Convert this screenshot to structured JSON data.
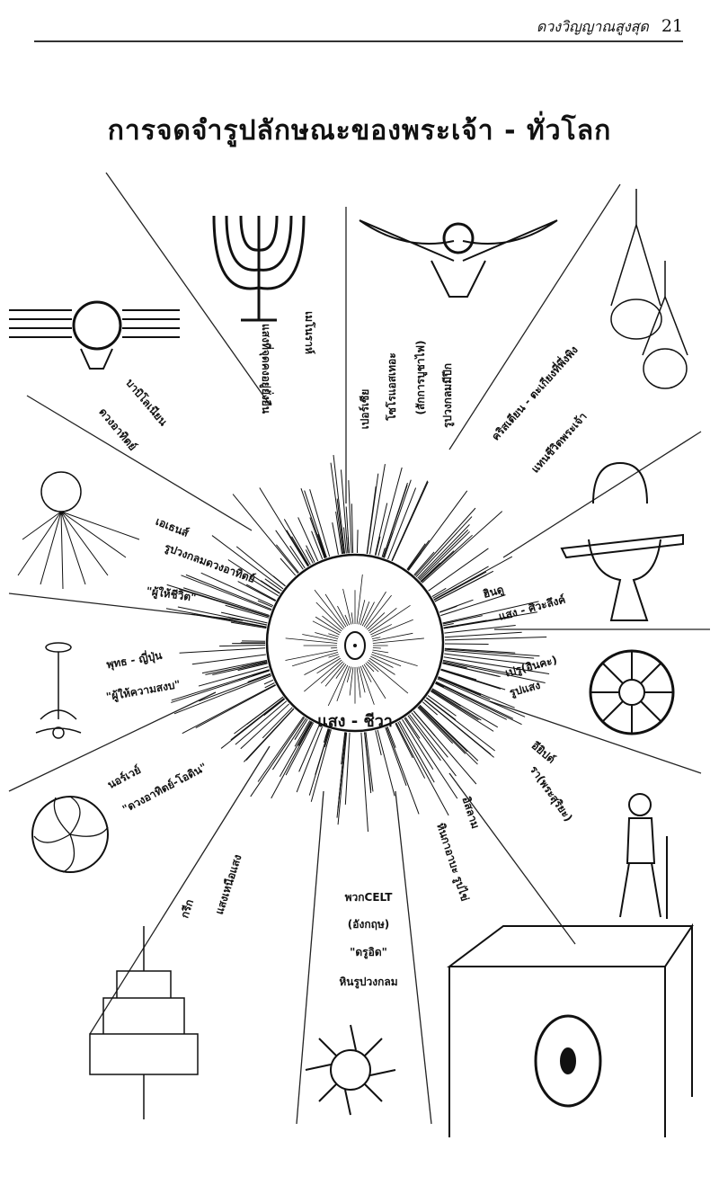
{
  "header": {
    "running_title": "ดวงวิญญาณสูงสุด",
    "page_number": "21"
  },
  "title": "การจดจำรูปลักษณะของพระเจ้า - ทั่วโลก",
  "center_label": "แสง - ชีวา",
  "labels": {
    "babylon": [
      "บาบิโลเนียน",
      "ดวงอาทิตย์"
    ],
    "jewish": [
      "เมโนราห์",
      "แสงที่จุดคงอยู่ยั่งยืน"
    ],
    "persia": [
      "เปอร์เซีย",
      "โซโรแอสเทอะ",
      "(สักการบูชาไฟ)",
      "รูปวงกลมมีปีก"
    ],
    "christian": [
      "คริสเตียน - ตะเกียงที่พึ่งพิง",
      "แทนชีวิตพระเจ้า"
    ],
    "hindu": [
      "ฮินดู",
      "แสง - ศิวะลึงค์"
    ],
    "peru": [
      "เปรู(อินคะ)",
      "รูปแสง"
    ],
    "egypt": [
      "อียิปต์",
      "รา(พระสุริยะ)"
    ],
    "islam": [
      "อิสลาม",
      "หินกาอาบะ รูปไข่"
    ],
    "celt": [
      "พวกCELT",
      "(อังกฤษ)",
      "\"ดรูอิด\"",
      "หินรูปวงกลม"
    ],
    "greek": [
      "กรีก",
      "แสงเหนือแสง"
    ],
    "norway": [
      "นอร์เวย์",
      "\"ดวงอาทิตย์-โอดิน\""
    ],
    "buddhist": [
      "พุทธ - ญี่ปุ่น",
      "\"ผู้ให้ความสงบ\""
    ],
    "athens": [
      "เอเธนส์",
      "รูปวงกลมดวงอาทิตย์",
      "\"ผู้ให้ชีวิต\""
    ]
  }
}
